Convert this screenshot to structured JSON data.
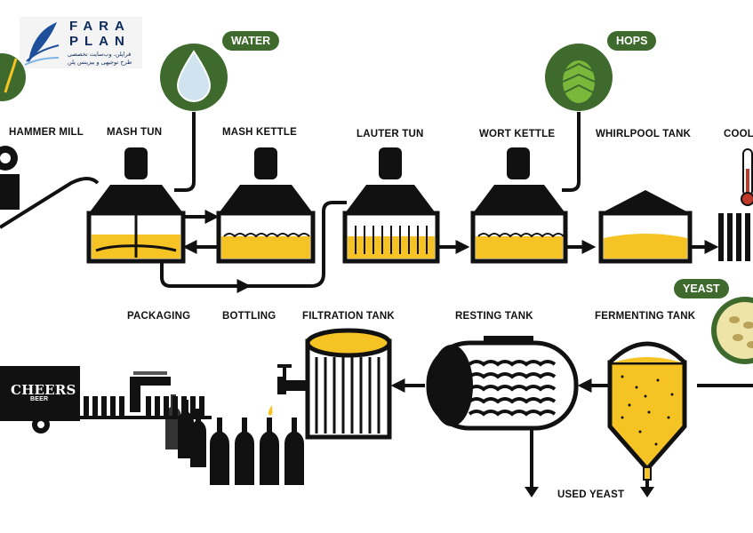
{
  "logo": {
    "word1": "FARA",
    "word2": "PLAN",
    "tagline1": "فراپلن، وب‌سایت تخصصی",
    "tagline2": "طرح توجیهی و بیزینس پلن"
  },
  "badges": {
    "water": "WATER",
    "hops": "HOPS",
    "yeast": "YEAST"
  },
  "stages": {
    "hammer_mill": "HAMMER MILL",
    "mash_tun": "MASH TUN",
    "mash_kettle": "MASH KETTLE",
    "lauter_tun": "LAUTER TUN",
    "wort_kettle": "WORT KETTLE",
    "whirlpool_tank": "WHIRLPOOL TANK",
    "cooling": "COOL",
    "packaging": "PACKAGING",
    "bottling": "BOTTLING",
    "filtration_tank": "FILTRATION TANK",
    "resting_tank": "RESTING TANK",
    "fermenting_tank": "FERMENTING TANK",
    "used_yeast": "USED YEAST"
  },
  "truck": {
    "brand": "CHEERS",
    "sub": "BEER"
  },
  "colors": {
    "beer": "#f5c424",
    "green": "#3e6b2d",
    "black": "#111111"
  }
}
